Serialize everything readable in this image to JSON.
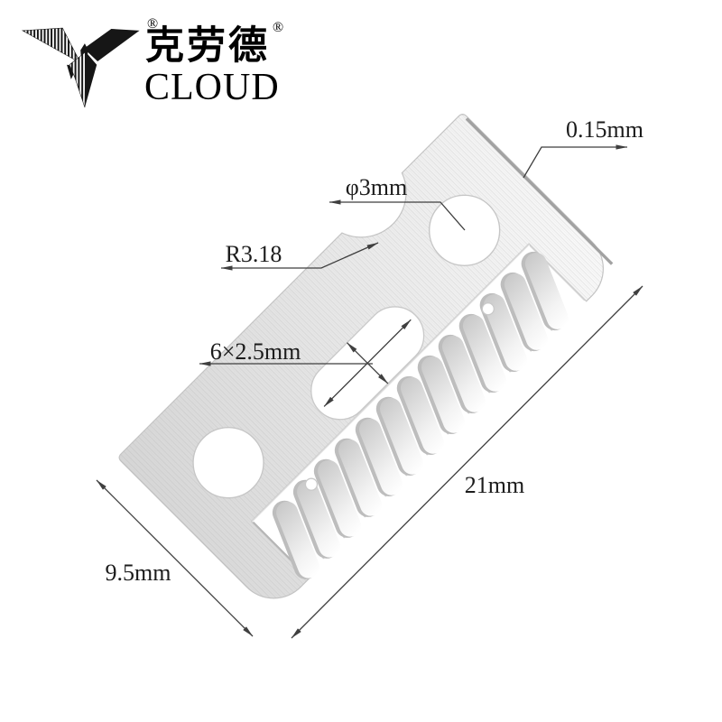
{
  "logo": {
    "brand_cn": "克劳德",
    "brand_en": "CLOUD",
    "registered_mark": "®",
    "icon": "bird-logo-icon"
  },
  "dimensions": {
    "thickness": "0.15mm",
    "hole_diameter": "φ3mm",
    "notch_radius": "R3.18",
    "slot_size": "6×2.5mm",
    "length": "21mm",
    "width": "9.5mm"
  },
  "part": {
    "description": "trimmer blade with comb teeth, two round holes and center slot",
    "teeth_count": 13,
    "colors": {
      "body_dark": "#d6d6d6",
      "body_light": "#fafafa",
      "edge": "#a2a2a2",
      "line": "#3f3f3f",
      "tooth_cap": "#c6c6c6",
      "slit": "#cfcfcf"
    }
  }
}
